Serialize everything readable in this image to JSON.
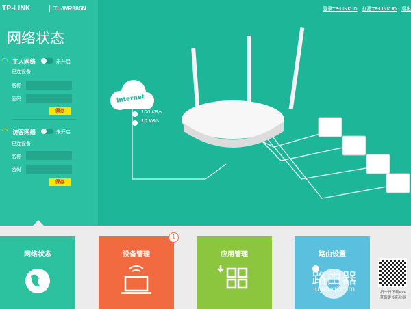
{
  "header": {
    "brand": "TP-LINK",
    "model": "TL-WR886N",
    "links": [
      "登录TP-LINK ID",
      "创建TP-LINK ID",
      "退出"
    ]
  },
  "sidebar": {
    "title": "网络状态",
    "networks": [
      {
        "name": "主人网络",
        "state": "未开启",
        "connected_label": "已连设备：",
        "name_label": "名称",
        "password_label": "密码",
        "name_value": "",
        "password_value": "",
        "save": "保存"
      },
      {
        "name": "访客网络",
        "state": "未开启",
        "connected_label": "已连设备：",
        "name_label": "名称",
        "password_label": "密码",
        "name_value": "",
        "password_value": "",
        "save": "保存"
      }
    ]
  },
  "diagram": {
    "cloud": "Internet",
    "upload": "100 KB/s",
    "download": "10 KB/s",
    "devices": 4
  },
  "tiles": [
    {
      "label": "网络状态",
      "color": "#2cc2a0",
      "icon": "globe-icon"
    },
    {
      "label": "设备管理",
      "color": "#f26a3f",
      "icon": "laptop-wifi-icon",
      "badge": "1"
    },
    {
      "label": "应用管理",
      "color": "#8cc63f",
      "icon": "apps-icon"
    },
    {
      "label": "路由设置",
      "color": "#5bc0de",
      "icon": "gear-icon"
    }
  ],
  "qr": {
    "caption1": "扫一扫下载APP",
    "caption2": "获取更多新功能"
  },
  "watermark": {
    "line1": "路由器",
    "line2": "luyouqi.com"
  }
}
